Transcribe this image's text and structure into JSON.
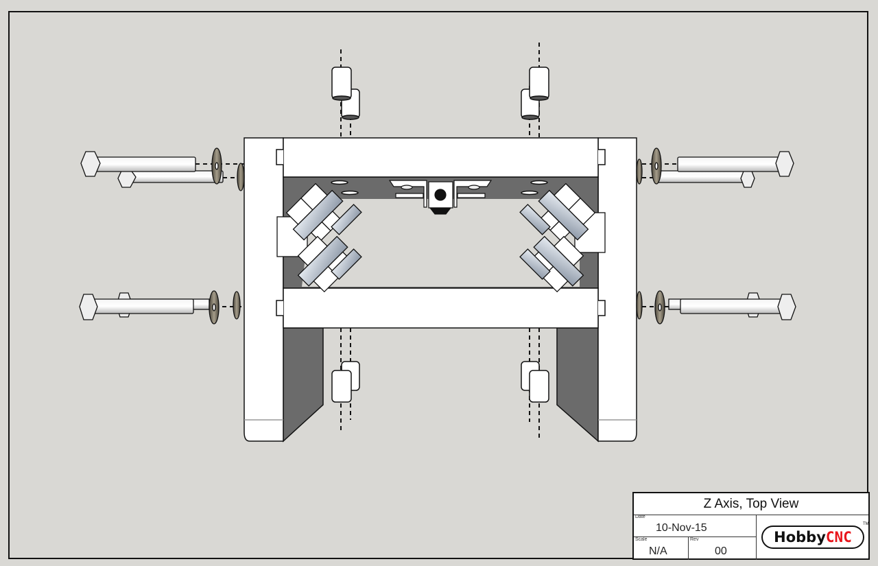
{
  "drawing": {
    "subject": "Z axis assembly exploded view",
    "background_color": "#d9d8d4",
    "part_fill": "#ffffff",
    "shadow_fill": "#6b6b6b",
    "bearing_fill": "#c9d0d9",
    "washer_fill": "#7a7466"
  },
  "title_block": {
    "title": "Z Axis, Top View",
    "date_label": "Date",
    "date_value": "10-Nov-15",
    "scale_label": "Scale",
    "scale_value": "N/A",
    "rev_label": "Rev",
    "rev_value": "00",
    "logo": {
      "part1": "Hobby",
      "part2": "CNC",
      "trademark": "TM",
      "accent_color": "#e8151b"
    }
  }
}
